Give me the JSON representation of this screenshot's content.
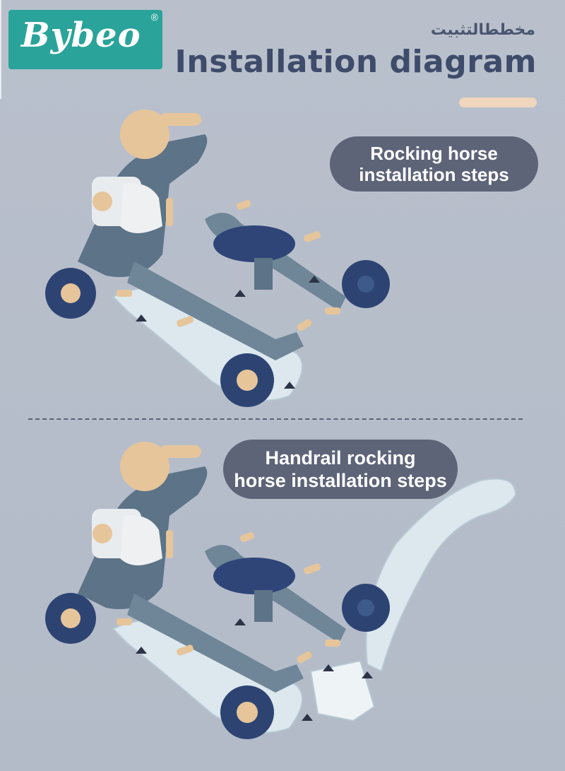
{
  "brand": {
    "name": "Bybeo",
    "registered_mark": "®"
  },
  "header": {
    "arabic_title": "مخططالتثبيت",
    "title": "Installation diagram"
  },
  "steps": [
    {
      "label_line1": "Rocking horse",
      "label_line2": "installation steps"
    },
    {
      "label_line1": "Handrail rocking",
      "label_line2": "horse installation steps"
    }
  ],
  "colors": {
    "background": "#b5bdca",
    "logo_bg": "#2aa39a",
    "title": "#3e4b6a",
    "pill": "#5d6478",
    "accent": "#efd6bd",
    "toy_body": "#5d7387",
    "toy_wheel": "#2d4473",
    "toy_seat": "#2f4578",
    "toy_head": "#e6c59a",
    "toy_base": "#dce8ee"
  }
}
